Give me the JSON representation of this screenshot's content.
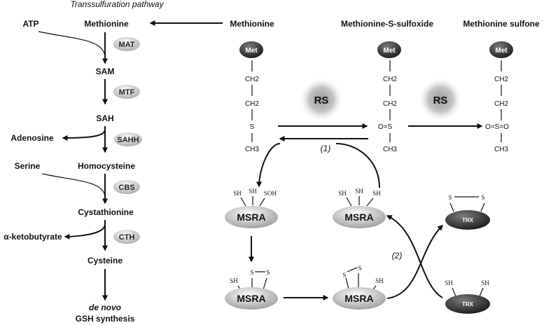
{
  "header": {
    "pathway_title": "Transsulfuration pathway",
    "col_methionine": "Methionine",
    "col_sulfoxide": "Methionine-S-sulfoxide",
    "col_sulfone": "Methionine sulfone"
  },
  "pathway": {
    "atp": "ATP",
    "methionine": "Methionine",
    "sam": "SAM",
    "sah": "SAH",
    "adenosine": "Adenosine",
    "serine": "Serine",
    "homocysteine": "Homocysteine",
    "cystathionine": "Cystathionine",
    "ketobutyrate": "α-ketobutyrate",
    "cysteine": "Cysteine",
    "denovo": "de novo",
    "gsh": "GSH synthesis",
    "enzymes": {
      "mat": "MAT",
      "mtf": "MTF",
      "sahh": "SAHH",
      "cbs": "CBS",
      "cth": "CTH"
    }
  },
  "molecules": {
    "met": "Met",
    "ch2": "CH2",
    "s": "S",
    "os": "O=S",
    "oso": "O=S=O",
    "ch3": "CH3",
    "dash": "|"
  },
  "rs": "RS",
  "cycle": {
    "msra": "MSRA",
    "trx": "TRX",
    "sh": "SH",
    "soh": "SOH",
    "s": "S",
    "step1": "(1)",
    "step2": "(2)"
  }
}
